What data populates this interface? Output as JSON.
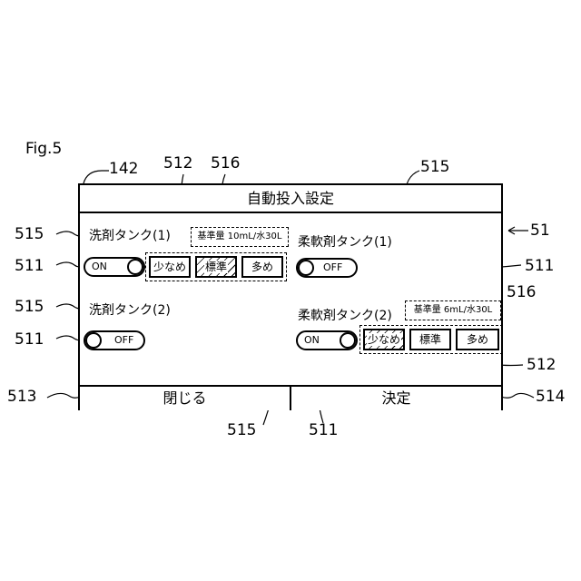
{
  "figure_label": "Fig.5",
  "title": "自動投入設定",
  "detergent_tank_1": {
    "label": "洗剤タンク(1)",
    "standard": "基準量 10mL/水30L",
    "toggle": "ON",
    "amounts": [
      "少なめ",
      "標準",
      "多め"
    ],
    "selected": "標準"
  },
  "softener_tank_1": {
    "label": "柔軟剤タンク(1)",
    "toggle": "OFF"
  },
  "detergent_tank_2": {
    "label": "洗剤タンク(2)",
    "toggle": "OFF"
  },
  "softener_tank_2": {
    "label": "柔軟剤タンク(2)",
    "standard": "基準量 6mL/水30L",
    "toggle": "ON",
    "amounts": [
      "少なめ",
      "標準",
      "多め"
    ],
    "selected": "少なめ"
  },
  "footer": {
    "close": "閉じる",
    "confirm": "決定"
  },
  "reference_numerals": {
    "r142": "142",
    "r512_top": "512",
    "r516_top": "516",
    "r515_top": "515",
    "r51": "51",
    "r515_left1": "515",
    "r511_left1": "511",
    "r511_right1": "511",
    "r515_left2": "515",
    "r516_right": "516",
    "r511_left2": "511",
    "r512_right": "512",
    "r513": "513",
    "r514": "514",
    "r515_bottom": "515",
    "r511_bottom": "511"
  }
}
